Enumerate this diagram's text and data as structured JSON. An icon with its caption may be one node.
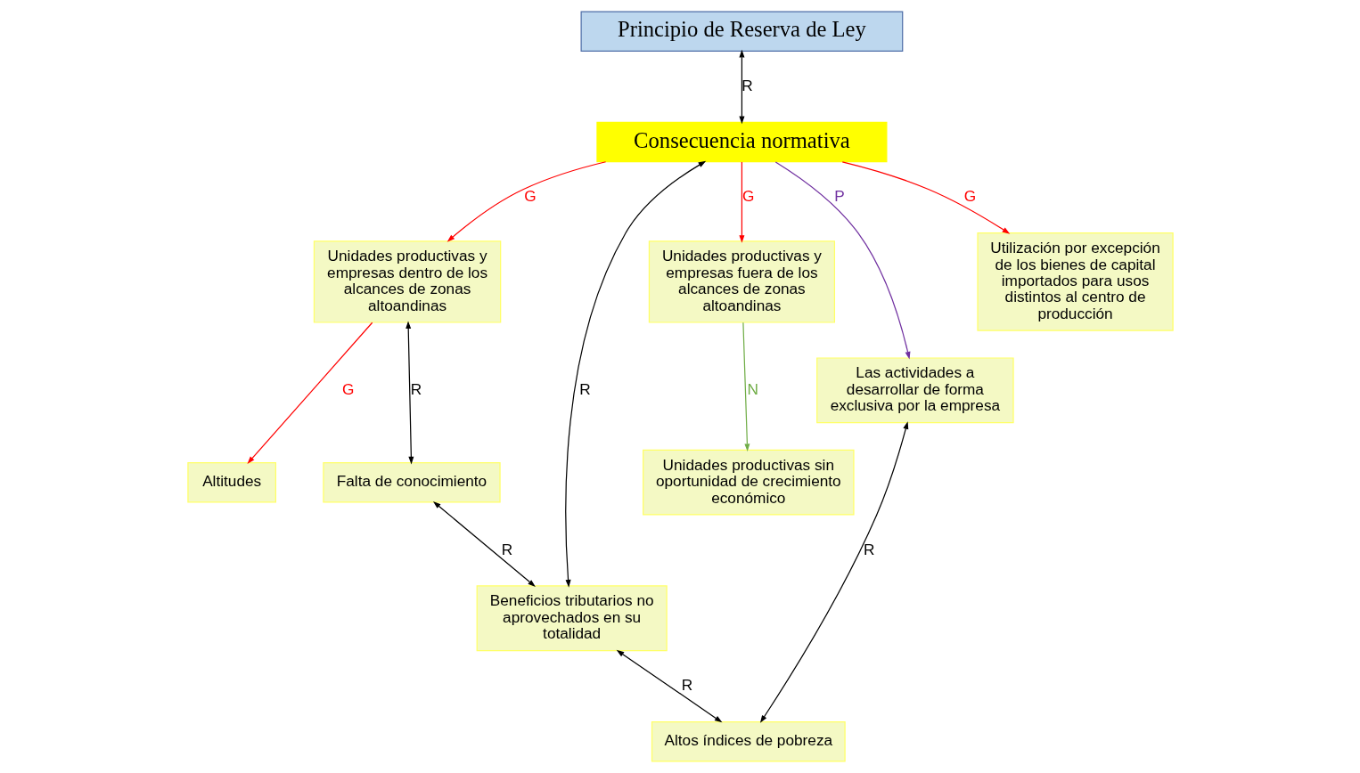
{
  "diagram": {
    "nodes": [
      {
        "text": [
          "Principio de Reserva de Ley"
        ]
      },
      {
        "text": [
          "Consecuencia normativa"
        ]
      },
      {
        "text": [
          "Altitudes"
        ]
      },
      {
        "text": [
          "Unidades productivas y empresas dentro de los alcances de zonas altoandinas"
        ]
      },
      {
        "text": [
          "Falta de conocimiento"
        ]
      },
      {
        "text": [
          "Beneficios tributarios no aprovechados en su totalidad"
        ]
      },
      {
        "text": [
          "Unidades productivas y empresas fuera de los alcances de zonas altoandinas"
        ]
      },
      {
        "text": [
          "Unidades productivas sin oportunidad de crecimiento económico"
        ]
      },
      {
        "text": [
          "Las actividades a desarrollar de forma exclusiva por la empresa"
        ]
      },
      {
        "text": [
          "Utilización por excepción de los bienes de capital importados para usos distintos al centro de producción"
        ]
      },
      {
        "text": [
          "Altos índices de pobreza"
        ]
      }
    ],
    "edges": [
      {
        "from": 0,
        "to": 1,
        "arrow": "both",
        "label": "R"
      },
      {
        "from": 1,
        "to": 3,
        "arrow": "to",
        "label": "G",
        "color": "#ff0000"
      },
      {
        "from": 3,
        "to": 2,
        "arrow": "to",
        "label": "G",
        "color": "#ff0000"
      },
      {
        "from": 3,
        "to": 4,
        "arrow": "both",
        "label": "R"
      },
      {
        "from": 4,
        "to": 5,
        "arrow": "both",
        "label": "R"
      },
      {
        "from": 1,
        "to": 5,
        "arrow": "both",
        "label": "R"
      },
      {
        "from": 1,
        "to": 6,
        "arrow": "to",
        "label": "G",
        "color": "#ff0000"
      },
      {
        "from": 6,
        "to": 7,
        "arrow": "to",
        "label": "N",
        "color": "#70ad47"
      },
      {
        "from": 1,
        "to": 8,
        "arrow": "to",
        "label": "P",
        "color": "#7030a0"
      },
      {
        "from": 1,
        "to": 9,
        "arrow": "to",
        "label": "G",
        "color": "#ff0000"
      },
      {
        "from": 8,
        "to": 10,
        "arrow": "both",
        "label": "R"
      },
      {
        "from": 5,
        "to": 10,
        "arrow": "both",
        "label": "R"
      }
    ]
  }
}
